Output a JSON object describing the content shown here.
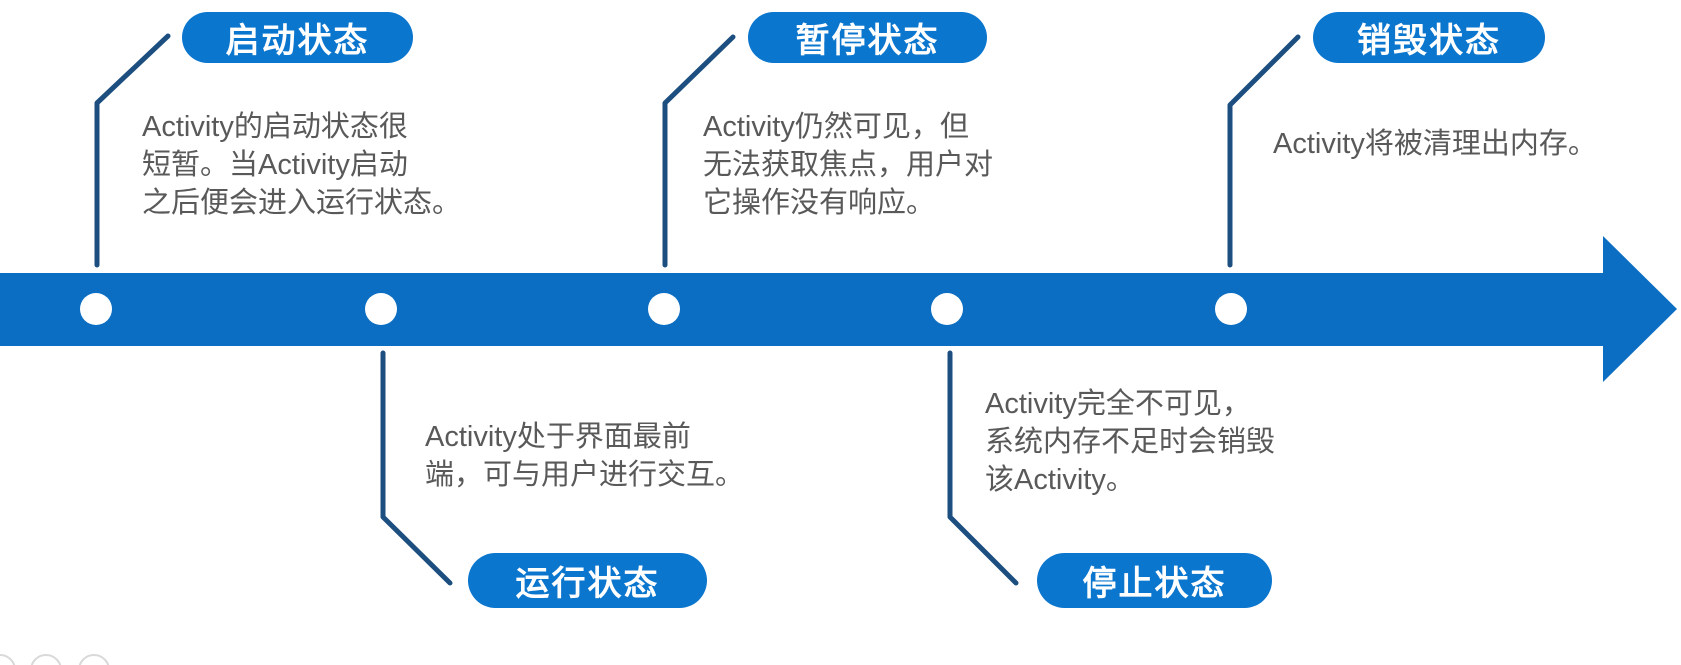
{
  "colors": {
    "band_blue": "#0C6EC2",
    "pill_blue": "#0B76CE",
    "connector_navy": "#1C4E80",
    "text_gray": "#595959",
    "dot_white": "#FFFFFF",
    "deco_circle_gray": "#D9D9D9"
  },
  "diagram": {
    "type": "timeline",
    "subject": "Activity lifecycle states",
    "direction": "left-to-right arrow with 5 node dots"
  },
  "stages": [
    {
      "label": "启动状态",
      "side": "above",
      "desc_lines": [
        "Activity的启动状态很",
        "短暂。当Activity启动",
        "之后便会进入运行状态。"
      ]
    },
    {
      "label": "运行状态",
      "side": "below",
      "desc_lines": [
        "Activity处于界面最前",
        "端，可与用户进行交互。"
      ]
    },
    {
      "label": "暂停状态",
      "side": "above",
      "desc_lines": [
        "Activity仍然可见，但",
        "无法获取焦点，用户对",
        "它操作没有响应。"
      ]
    },
    {
      "label": "停止状态",
      "side": "below",
      "desc_lines": [
        "Activity完全不可见，",
        "系统内存不足时会销毁",
        "该Activity。"
      ]
    },
    {
      "label": "销毁状态",
      "side": "above",
      "desc_lines": [
        "Activity将被清理出内存。"
      ]
    }
  ]
}
